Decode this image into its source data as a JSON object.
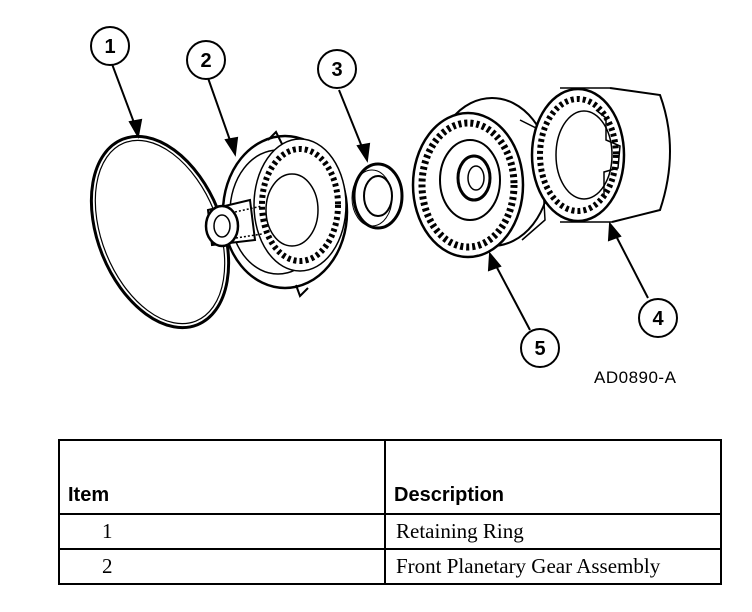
{
  "figure": {
    "id": "AD0890-A",
    "callouts": [
      "1",
      "2",
      "3",
      "4",
      "5"
    ]
  },
  "table": {
    "headers": {
      "item": "Item",
      "description": "Description"
    },
    "rows": [
      {
        "item": "1",
        "description": "Retaining Ring"
      },
      {
        "item": "2",
        "description": "Front Planetary Gear Assembly"
      }
    ]
  }
}
